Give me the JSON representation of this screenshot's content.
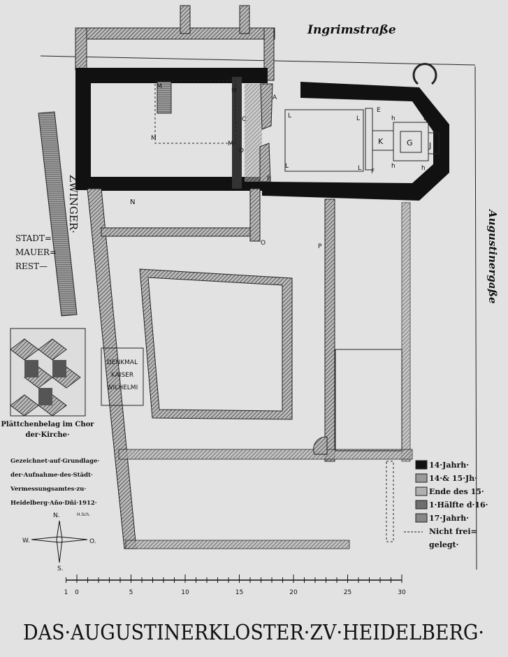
{
  "title": "DAS·AUGUSTINERKLOSTER·ZV·HEIDELBERG·",
  "streets": {
    "north": "Ingrimstraße",
    "east": "Augustinergaße"
  },
  "labels": {
    "zwinger": "ZWINGER·",
    "stadtmauer": [
      "STADT=",
      "MAUER=",
      "REST—"
    ],
    "denkmal": [
      "DENKMAL",
      "KAISER",
      "WILHELMI"
    ],
    "tile_caption": [
      "Plättchenbelag im Chor",
      "der·Kirche·"
    ],
    "credit": [
      "Gezeichnet·auf·Grundlage·",
      "der·Aufnahme·des·Städt·",
      "Vermessungsamtes·zu·",
      "Heidelberg·Año·Dñi·1912·"
    ],
    "initials": "H.Sch.",
    "letters": {
      "A": "A",
      "B": "B",
      "C": "C",
      "D": "D",
      "E": "E",
      "F": "F",
      "G": "G",
      "H": "h",
      "I": "J",
      "K": "K",
      "L": "L",
      "M": "M",
      "N": "N",
      "O": "O",
      "P": "P"
    }
  },
  "compass": {
    "n": "N.",
    "s": "S.",
    "w": "W.",
    "o": "O."
  },
  "legend": [
    {
      "label": "14·Jahrh·",
      "color": "#111111"
    },
    {
      "label": "14·& 15·Jh·",
      "color": "#9a9a9a"
    },
    {
      "label": "Ende des 15·",
      "color": "#b0b0b0"
    },
    {
      "label": "1·Hälfte d·16·",
      "color": "#6e6e6e"
    },
    {
      "label": "17·Jahrh·",
      "color": "#888888"
    },
    {
      "label": "Nicht frei=",
      "color": "dashed"
    },
    {
      "label": "gelegt·",
      "color": ""
    }
  ],
  "scale": {
    "ticks": [
      "1",
      "0",
      "5",
      "10",
      "15",
      "20",
      "25",
      "30"
    ]
  }
}
